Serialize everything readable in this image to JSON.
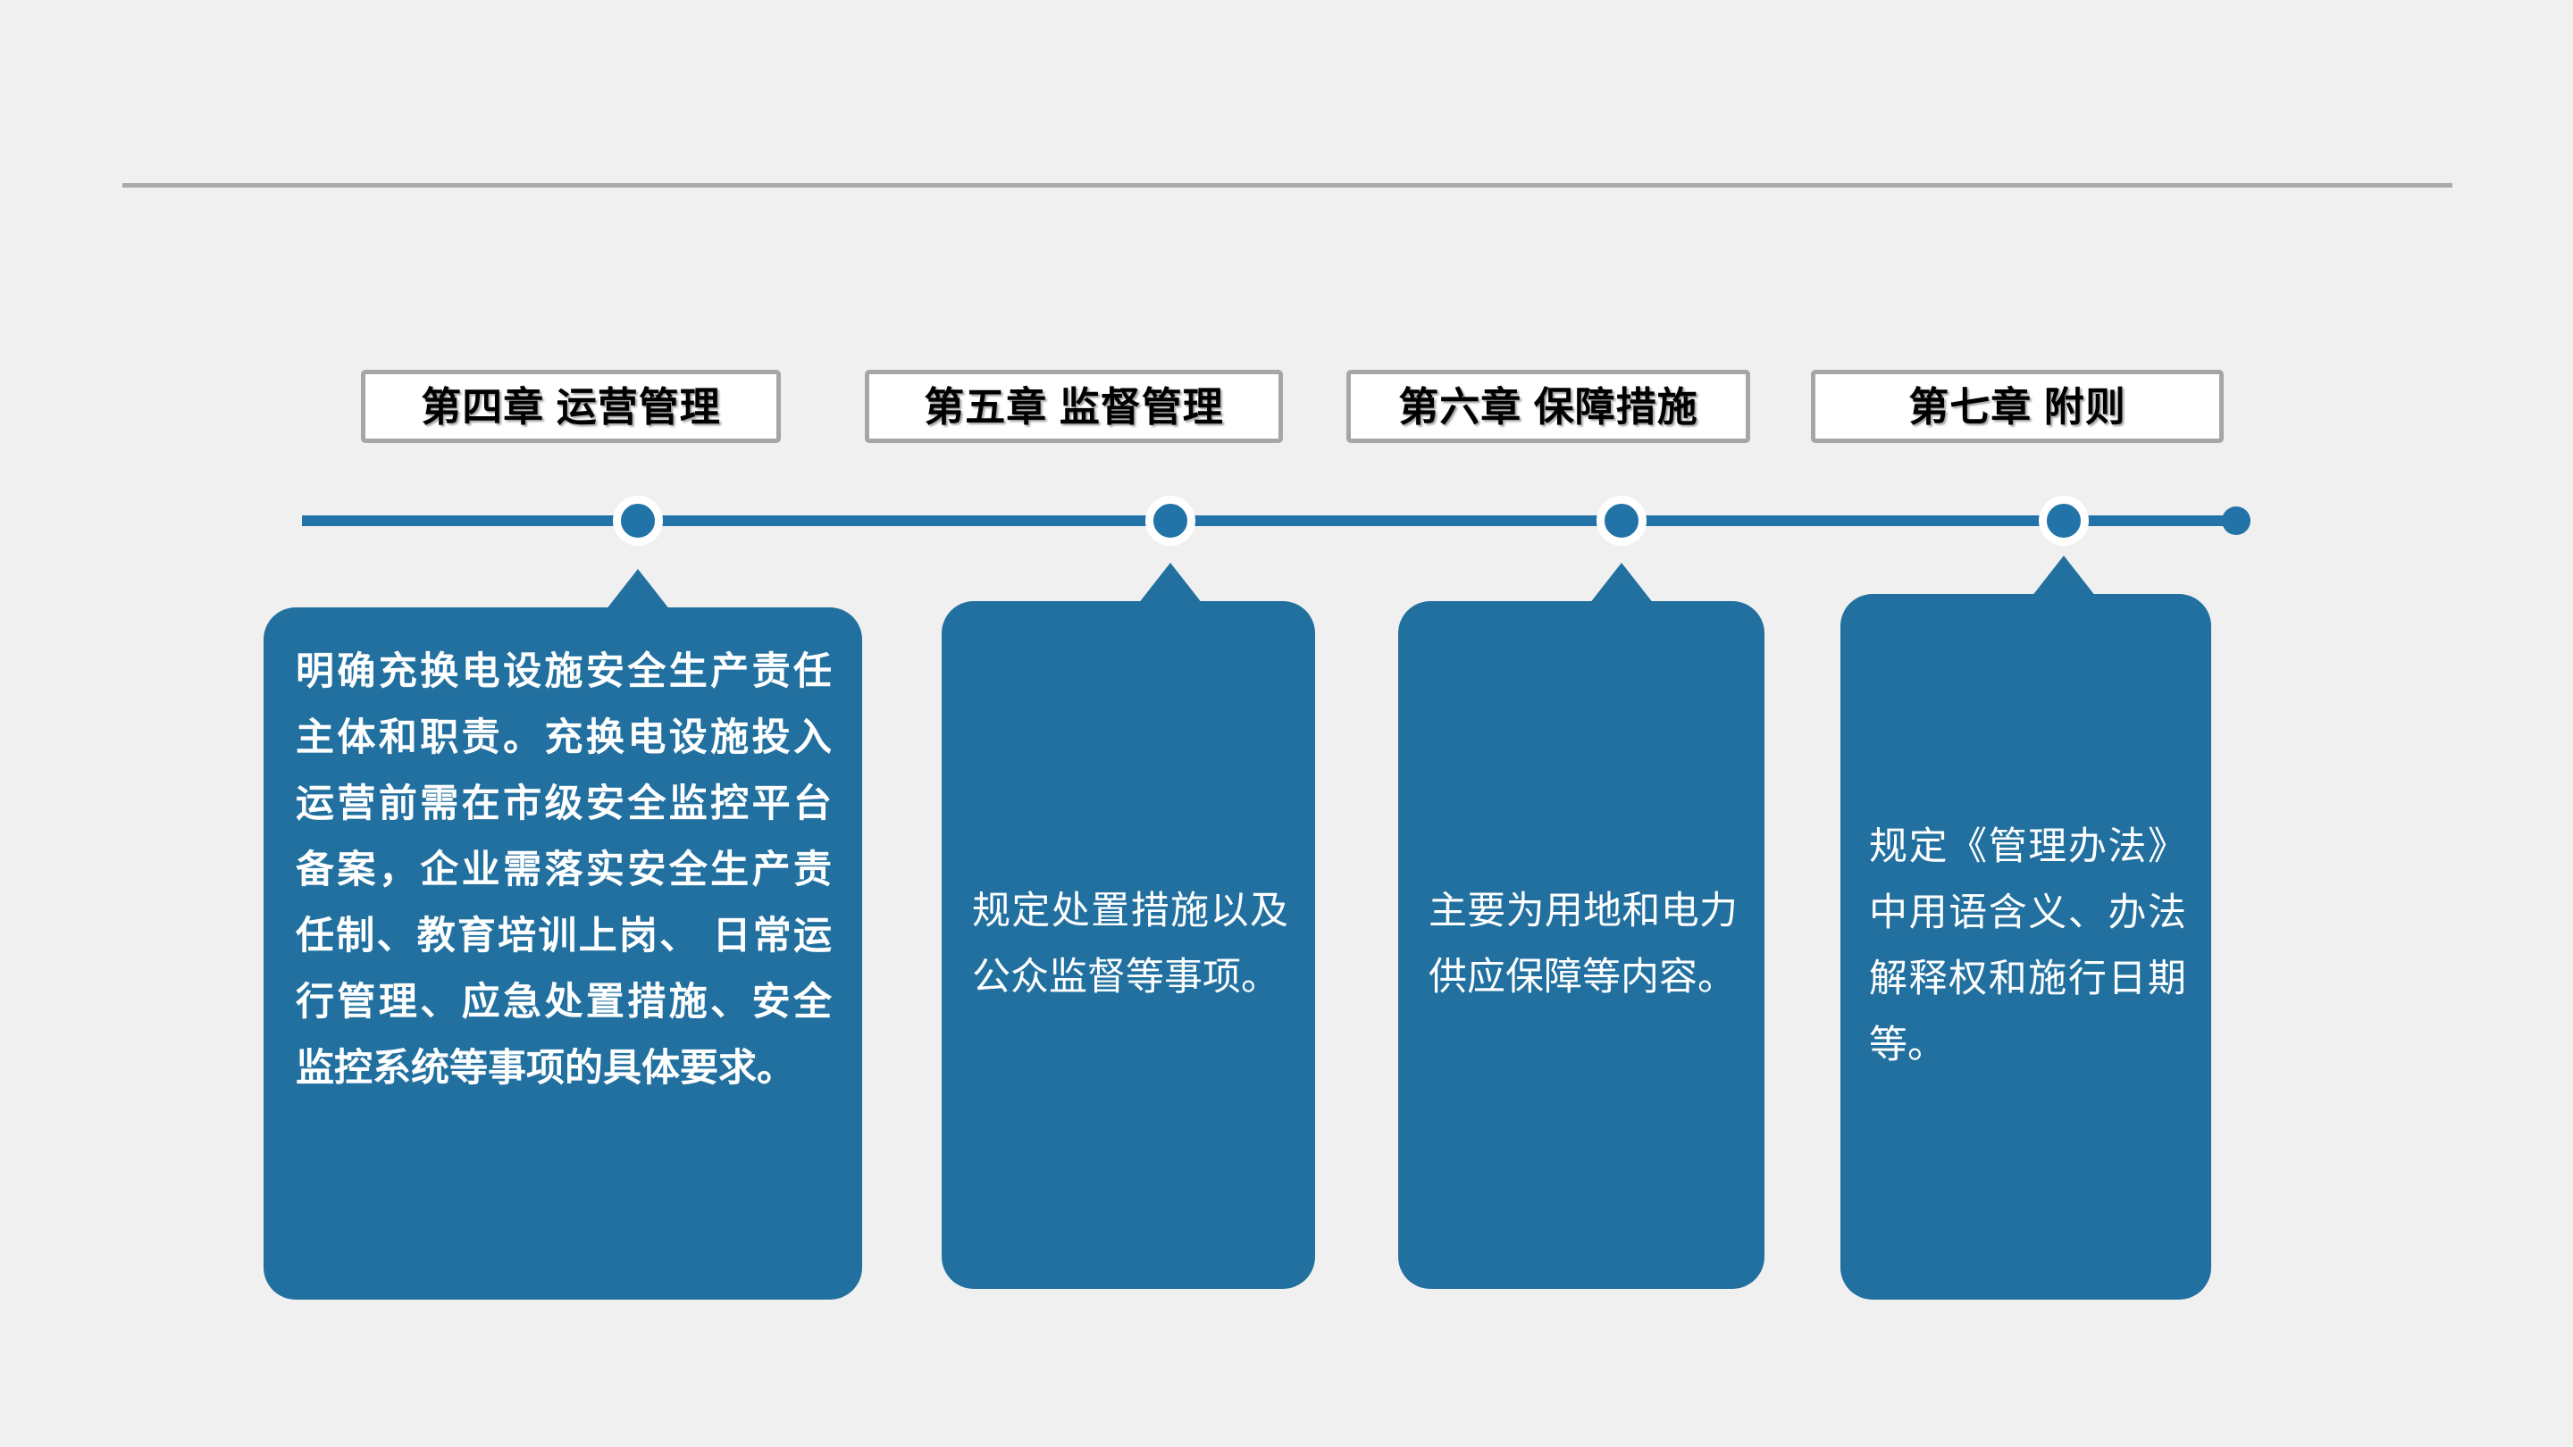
{
  "slide": {
    "background_color": "#f0f0f0",
    "accent_color": "#21709f",
    "divider_color": "#aaaaaa"
  },
  "timeline": {
    "line_color": "#2273a8",
    "node_fill": "#2273a8",
    "node_ring": "#ffffff",
    "node_count": 4,
    "has_end_dot": true
  },
  "chapters": [
    {
      "chip_label": "第四章  运营管理",
      "body": "明确充换电设施安全生产责任主体和职责。充换电设施投入运营前需在市级安全监控平台备案，企业需落实安全生产责任制、教育培训上岗、 日常运行管理、应急处置措施、安全监控系统等事项的具体要求。"
    },
    {
      "chip_label": "第五章  监督管理",
      "body": "规定处置措施以及公众监督等事项。"
    },
    {
      "chip_label": "第六章  保障措施",
      "body": "主要为用地和电力供应保障等内容。"
    },
    {
      "chip_label": "第七章  附则",
      "body": "规定《管理办法》中用语含义、办法解释权和施行日期等。"
    }
  ]
}
